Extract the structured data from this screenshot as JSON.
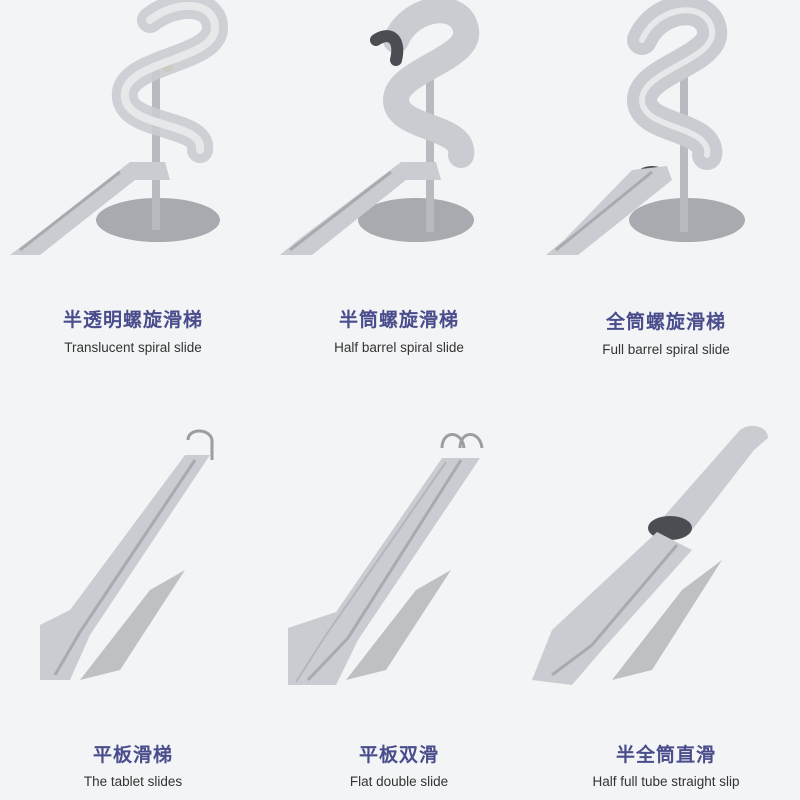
{
  "items": [
    {
      "cn": "半透明螺旋滑梯",
      "en": "Translucent spiral slide",
      "icon": "translucent-spiral-slide"
    },
    {
      "cn": "半筒螺旋滑梯",
      "en": "Half barrel spiral slide",
      "icon": "half-barrel-spiral-slide"
    },
    {
      "cn": "全筒螺旋滑梯",
      "en": "Full barrel spiral slide",
      "icon": "full-barrel-spiral-slide"
    },
    {
      "cn": "平板滑梯",
      "en": "The tablet slides",
      "icon": "tablet-slide"
    },
    {
      "cn": "平板双滑",
      "en": "Flat double slide",
      "icon": "flat-double-slide"
    },
    {
      "cn": "半全筒直滑",
      "en": "Half full tube straight slip",
      "icon": "half-full-tube-straight-slide"
    }
  ],
  "colors": {
    "title": "#4a4d8c",
    "metal": "#c9ccd0",
    "shadow": "#a7aaae"
  }
}
